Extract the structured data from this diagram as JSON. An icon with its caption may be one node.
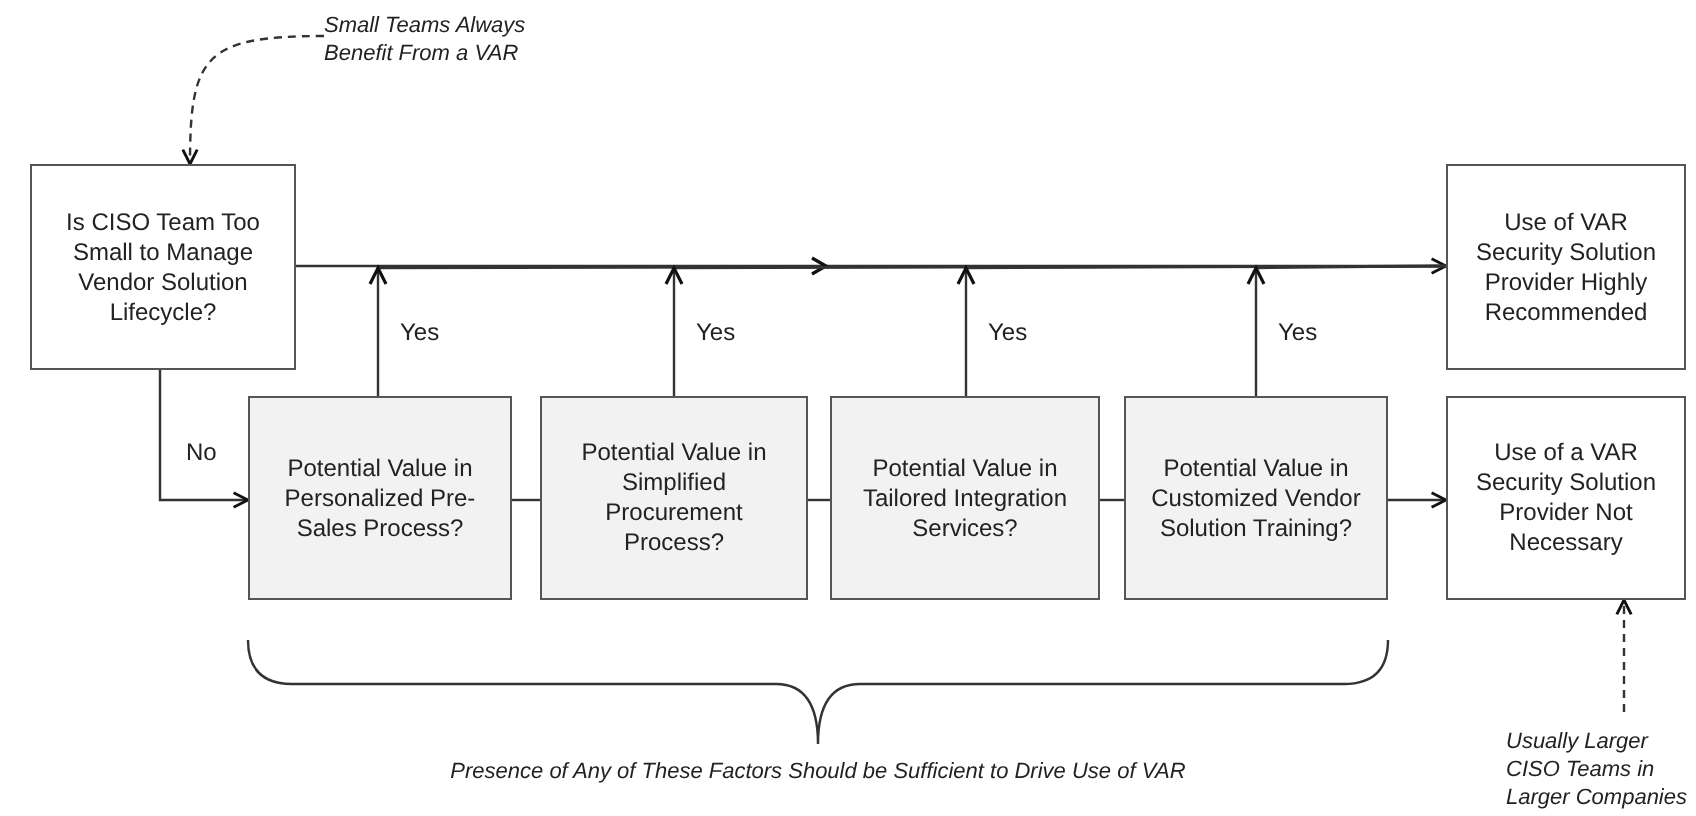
{
  "diagram": {
    "nodes": [
      {
        "text": [
          "Small Teams Always Benefit From a VAR"
        ]
      },
      {
        "text": [
          "Is CISO Team Too Small to Manage Vendor Solution Lifecycle?"
        ]
      },
      {
        "text": [
          "Use of VAR Security Solution Provider Highly Recommended"
        ]
      },
      {
        "text": [
          "Potential Value in Personalized Pre-Sales Process?"
        ]
      },
      {
        "text": [
          "Potential Value in Simplified Procurement Process?"
        ]
      },
      {
        "text": [
          "Potential Value in Tailored Integration Services?"
        ]
      },
      {
        "text": [
          "Potential Value in Customized Vendor Solution Training?"
        ]
      },
      {
        "text": [
          "Use of a VAR Security Solution Provider Not Necessary"
        ]
      },
      {
        "text": [
          "Usually Larger CISO Teams in Larger Companies"
        ]
      }
    ],
    "edges": [
      {
        "from": 0,
        "to": 1,
        "arrow": "to",
        "style": "dashed"
      },
      {
        "from": 1,
        "to": 2,
        "arrow": "to"
      },
      {
        "from": 3,
        "to": 2,
        "arrow": "to",
        "label": "Yes"
      },
      {
        "from": 4,
        "to": 2,
        "arrow": "to",
        "label": "Yes"
      },
      {
        "from": 5,
        "to": 2,
        "arrow": "to",
        "label": "Yes"
      },
      {
        "from": 6,
        "to": 2,
        "arrow": "to",
        "label": "Yes"
      },
      {
        "from": 1,
        "to": 3,
        "arrow": "to",
        "label": "No"
      },
      {
        "from": 3,
        "to": 4,
        "arrow": "none"
      },
      {
        "from": 4,
        "to": 5,
        "arrow": "none"
      },
      {
        "from": 5,
        "to": 6,
        "arrow": "none"
      },
      {
        "from": 6,
        "to": 7,
        "arrow": "to"
      },
      {
        "from": 8,
        "to": 7,
        "arrow": "to",
        "style": "dashed"
      }
    ],
    "labels": [
      "Presence of Any of These Factors Should be Sufficient to Drive Use of VAR"
    ]
  }
}
